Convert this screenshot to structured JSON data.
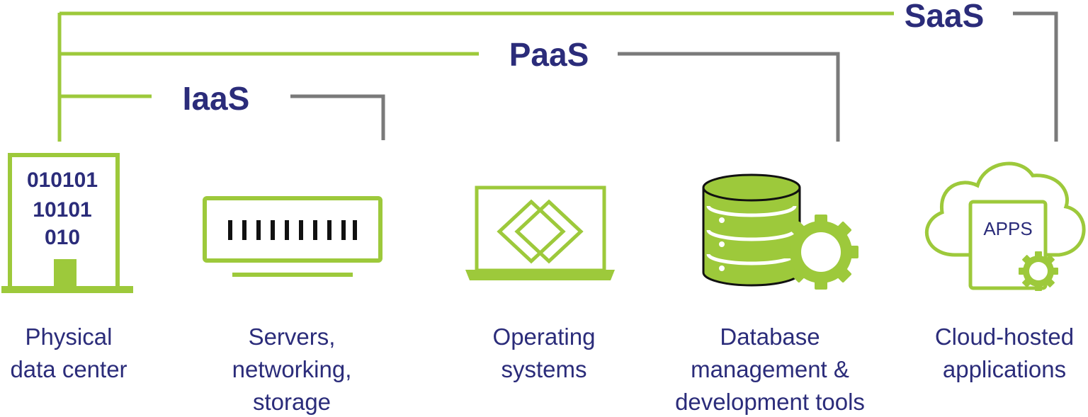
{
  "colors": {
    "accent_green": "#9dc93b",
    "navy_text": "#2b2c7a",
    "gray_line": "#7a7a7a",
    "black": "#111111"
  },
  "tiers": {
    "saas": "SaaS",
    "paas": "PaaS",
    "iaas": "IaaS"
  },
  "icons": {
    "binary_lines": [
      "010101",
      "10101",
      "010"
    ],
    "apps_label": "APPS"
  },
  "layers": [
    {
      "icon": "building-icon",
      "caption": [
        "Physical",
        "data center"
      ]
    },
    {
      "icon": "server-rack-icon",
      "caption": [
        "Servers,",
        "networking,",
        "storage"
      ]
    },
    {
      "icon": "laptop-icon",
      "caption": [
        "Operating",
        "systems"
      ]
    },
    {
      "icon": "database-gear-icon",
      "caption": [
        "Database",
        "management &",
        "development tools"
      ]
    },
    {
      "icon": "cloud-apps-icon",
      "caption": [
        "Cloud-hosted",
        "applications"
      ]
    }
  ]
}
